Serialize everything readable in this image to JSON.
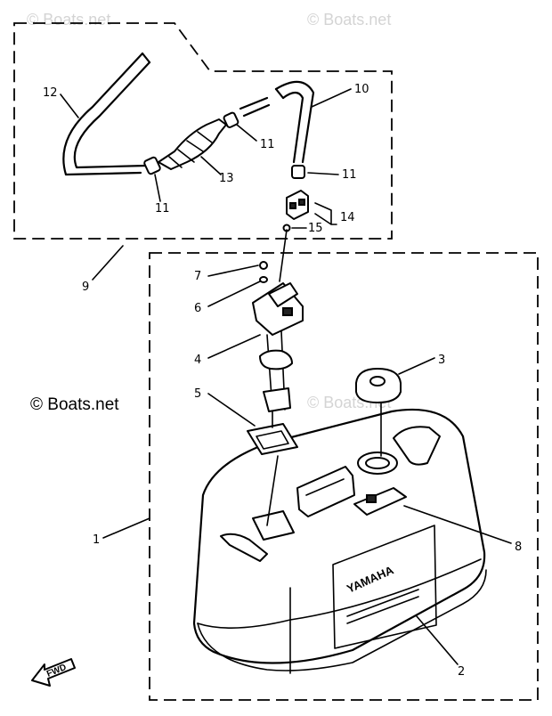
{
  "watermarks": {
    "top_left": "© Boats.net",
    "top_right": "© Boats.net",
    "main": "© Boats.net",
    "center": "© Boats.net"
  },
  "tank_brand": "YAMAHA",
  "direction_marker": "FWD",
  "callouts": [
    {
      "id": "c12",
      "text": "12"
    },
    {
      "id": "c10",
      "text": "10"
    },
    {
      "id": "c11a",
      "text": "11"
    },
    {
      "id": "c11b",
      "text": "11"
    },
    {
      "id": "c11c",
      "text": "11"
    },
    {
      "id": "c13",
      "text": "13"
    },
    {
      "id": "c14",
      "text": "14"
    },
    {
      "id": "c15",
      "text": "15"
    },
    {
      "id": "c9",
      "text": "9"
    },
    {
      "id": "c7",
      "text": "7"
    },
    {
      "id": "c6",
      "text": "6"
    },
    {
      "id": "c4",
      "text": "4"
    },
    {
      "id": "c3",
      "text": "3"
    },
    {
      "id": "c5",
      "text": "5"
    },
    {
      "id": "c1",
      "text": "1"
    },
    {
      "id": "c8",
      "text": "8"
    },
    {
      "id": "c2",
      "text": "2"
    }
  ]
}
